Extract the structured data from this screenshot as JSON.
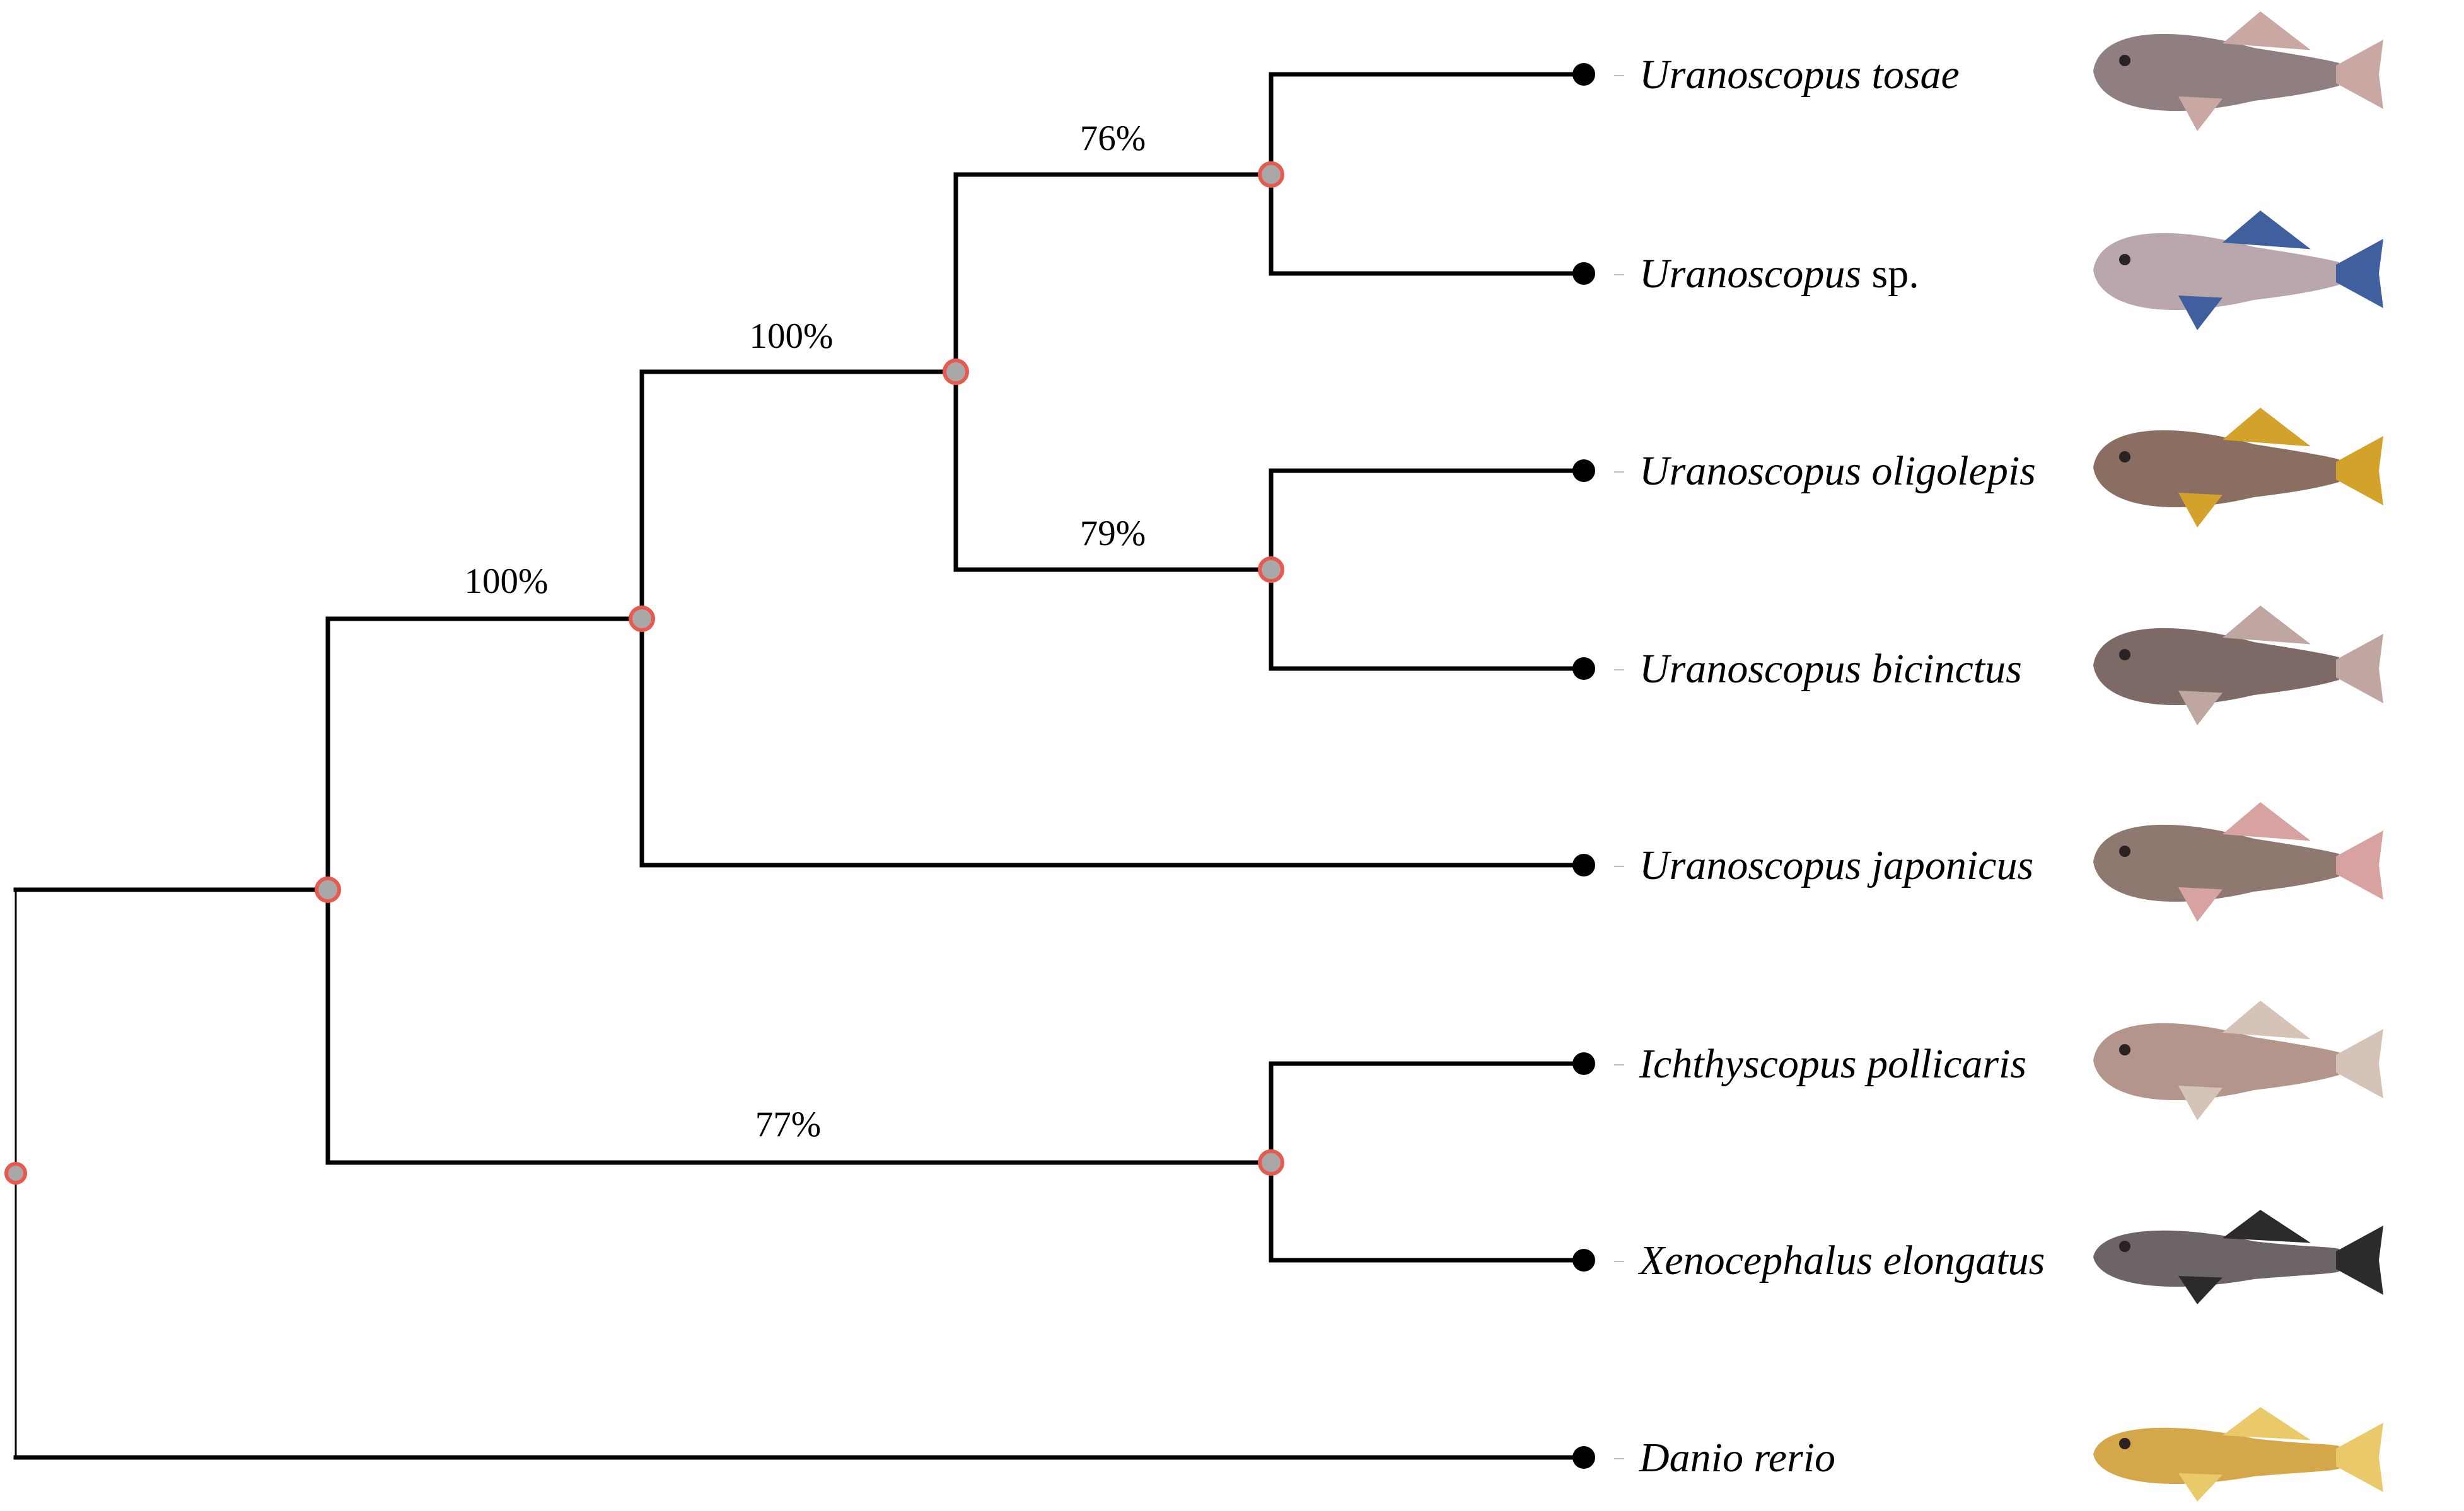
{
  "tree": {
    "supports": {
      "n_tosae_sp": "76%",
      "n_uranoscopus_core": "100%",
      "n_uranoscopus_all": "100%",
      "n_oligo_bicinctus": "79%",
      "n_ichthy_xeno": "77%"
    },
    "taxa": [
      {
        "id": "tosae",
        "italic": "Uranoscopus tosae",
        "suffix": "",
        "icon": "uranoscopus-tosae-photo",
        "colors": {
          "body": "#8f7f80",
          "fin": "#c9a7a2"
        }
      },
      {
        "id": "sp",
        "italic": "Uranoscopus",
        "suffix": " sp.",
        "icon": "uranoscopus-sp-photo",
        "colors": {
          "body": "#b9a7ad",
          "fin": "#3f5f9e"
        }
      },
      {
        "id": "oligolepis",
        "italic": "Uranoscopus oligolepis",
        "suffix": "",
        "icon": "uranoscopus-oligolepis-photo",
        "colors": {
          "body": "#8a6e62",
          "fin": "#d2a22a"
        }
      },
      {
        "id": "bicinctus",
        "italic": "Uranoscopus bicinctus",
        "suffix": "",
        "icon": "uranoscopus-bicinctus-photo",
        "colors": {
          "body": "#7d6a66",
          "fin": "#bfa6a0"
        }
      },
      {
        "id": "japonicus",
        "italic": "Uranoscopus japonicus",
        "suffix": "",
        "icon": "uranoscopus-japonicus-photo",
        "colors": {
          "body": "#8f7870",
          "fin": "#d8a2a0"
        }
      },
      {
        "id": "pollicaris",
        "italic": "Ichthyscopus pollicaris",
        "suffix": "",
        "icon": "ichthyscopus-pollicaris-photo",
        "colors": {
          "body": "#b3958c",
          "fin": "#d6c3b8"
        }
      },
      {
        "id": "elongatus",
        "italic": "Xenocephalus elongatus",
        "suffix": "",
        "icon": "xenocephalus-elongatus-photo",
        "colors": {
          "body": "#6d6468",
          "fin": "#2c2a2c"
        }
      },
      {
        "id": "danio",
        "italic": "Danio rerio",
        "suffix": "",
        "icon": "danio-rerio-photo",
        "colors": {
          "body": "#d4a84a",
          "fin": "#e9c96a"
        }
      }
    ],
    "colors": {
      "branch": "#000000",
      "node_fill": "#a8a8a8",
      "node_stroke": "#e8594f",
      "tip": "#000000"
    }
  }
}
